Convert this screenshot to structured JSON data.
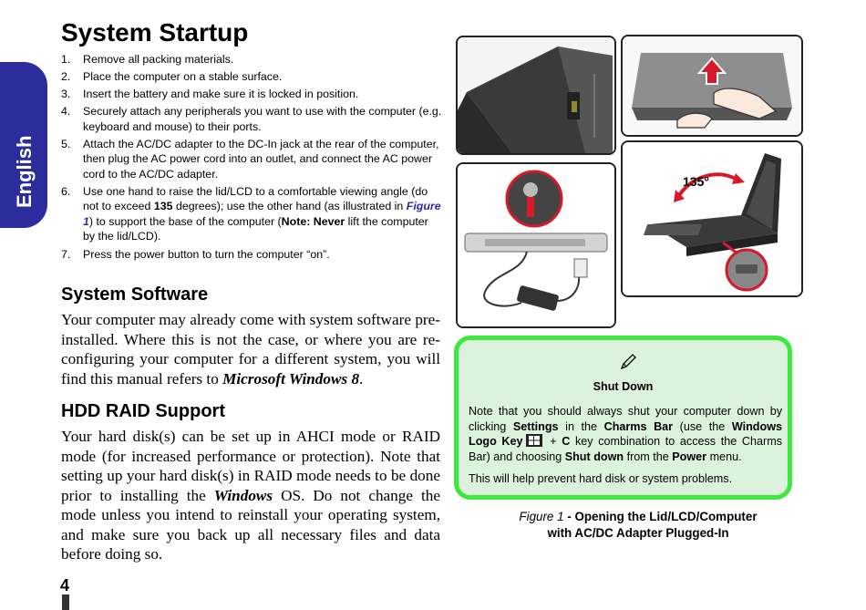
{
  "sidebar": {
    "language_tab": "English"
  },
  "startup": {
    "title": "System Startup",
    "steps": [
      {
        "num": "1.",
        "text": "Remove all packing materials."
      },
      {
        "num": "2.",
        "text": "Place the computer on a stable surface."
      },
      {
        "num": "3.",
        "text": "Insert the battery and make sure it is locked in position."
      },
      {
        "num": "4.",
        "text": "Securely attach any peripherals you want to use with the computer (e.g. keyboard and mouse) to their ports."
      },
      {
        "num": "5.",
        "text": "Attach the AC/DC adapter to the DC-In jack at the rear of the computer, then plug the AC power cord into an outlet, and connect the AC power cord to the AC/DC adapter."
      },
      {
        "num": "6.",
        "text_a": "Use one hand to raise the lid/LCD to a comfortable viewing angle (do not to exceed ",
        "text_b": "135",
        "text_c": " degrees); use the other hand (as illustrated in ",
        "text_d": "Figure 1",
        "text_e": ") to support the base of the computer (",
        "text_f": "Note: Never",
        "text_g": " lift the computer by the lid/LCD)."
      },
      {
        "num": "7.",
        "text": "Press the power button to turn the computer “on”."
      }
    ]
  },
  "software": {
    "title": "System Software",
    "text_a": "Your computer may already come with system software pre-installed. Where this is not the case, or where you are re-configuring your computer for a different system, you will find this manual refers to ",
    "text_b": "Microsoft Windows 8",
    "text_c": "."
  },
  "raid": {
    "title": "HDD RAID Support",
    "text_a": "Your hard disk(s) can be set up in AHCI mode or RAID mode (for increased performance or protection). Note that setting up your hard disk(s) in RAID mode needs to be done prior to installing the ",
    "text_b": "Windows",
    "text_c": " OS. Do not change the mode unless you intend to reinstall your operating system, and make sure you back up all necessary files and data before doing so."
  },
  "figure": {
    "angle_label": "135°"
  },
  "note": {
    "title": "Shut Down",
    "p1_a": "Note that you should always shut your computer down by clicking ",
    "p1_b": "Settings",
    "p1_c": " in the ",
    "p1_d": "Charms Bar",
    "p1_e": " (use the ",
    "p1_f": "Windows Logo Key",
    "p1_g": " + ",
    "p1_h": "C",
    "p1_i": " key combination to access the Charms Bar) and choosing ",
    "p1_j": "Shut down",
    "p1_k": " from the ",
    "p1_l": "Power",
    "p1_m": " menu.",
    "p2": "This will help prevent hard disk or system problems."
  },
  "caption": {
    "prefix": "Figure 1",
    "line1": " - Opening the Lid/LCD/Computer",
    "line2": "with AC/DC Adapter Plugged-In"
  },
  "page": {
    "number": "4"
  }
}
